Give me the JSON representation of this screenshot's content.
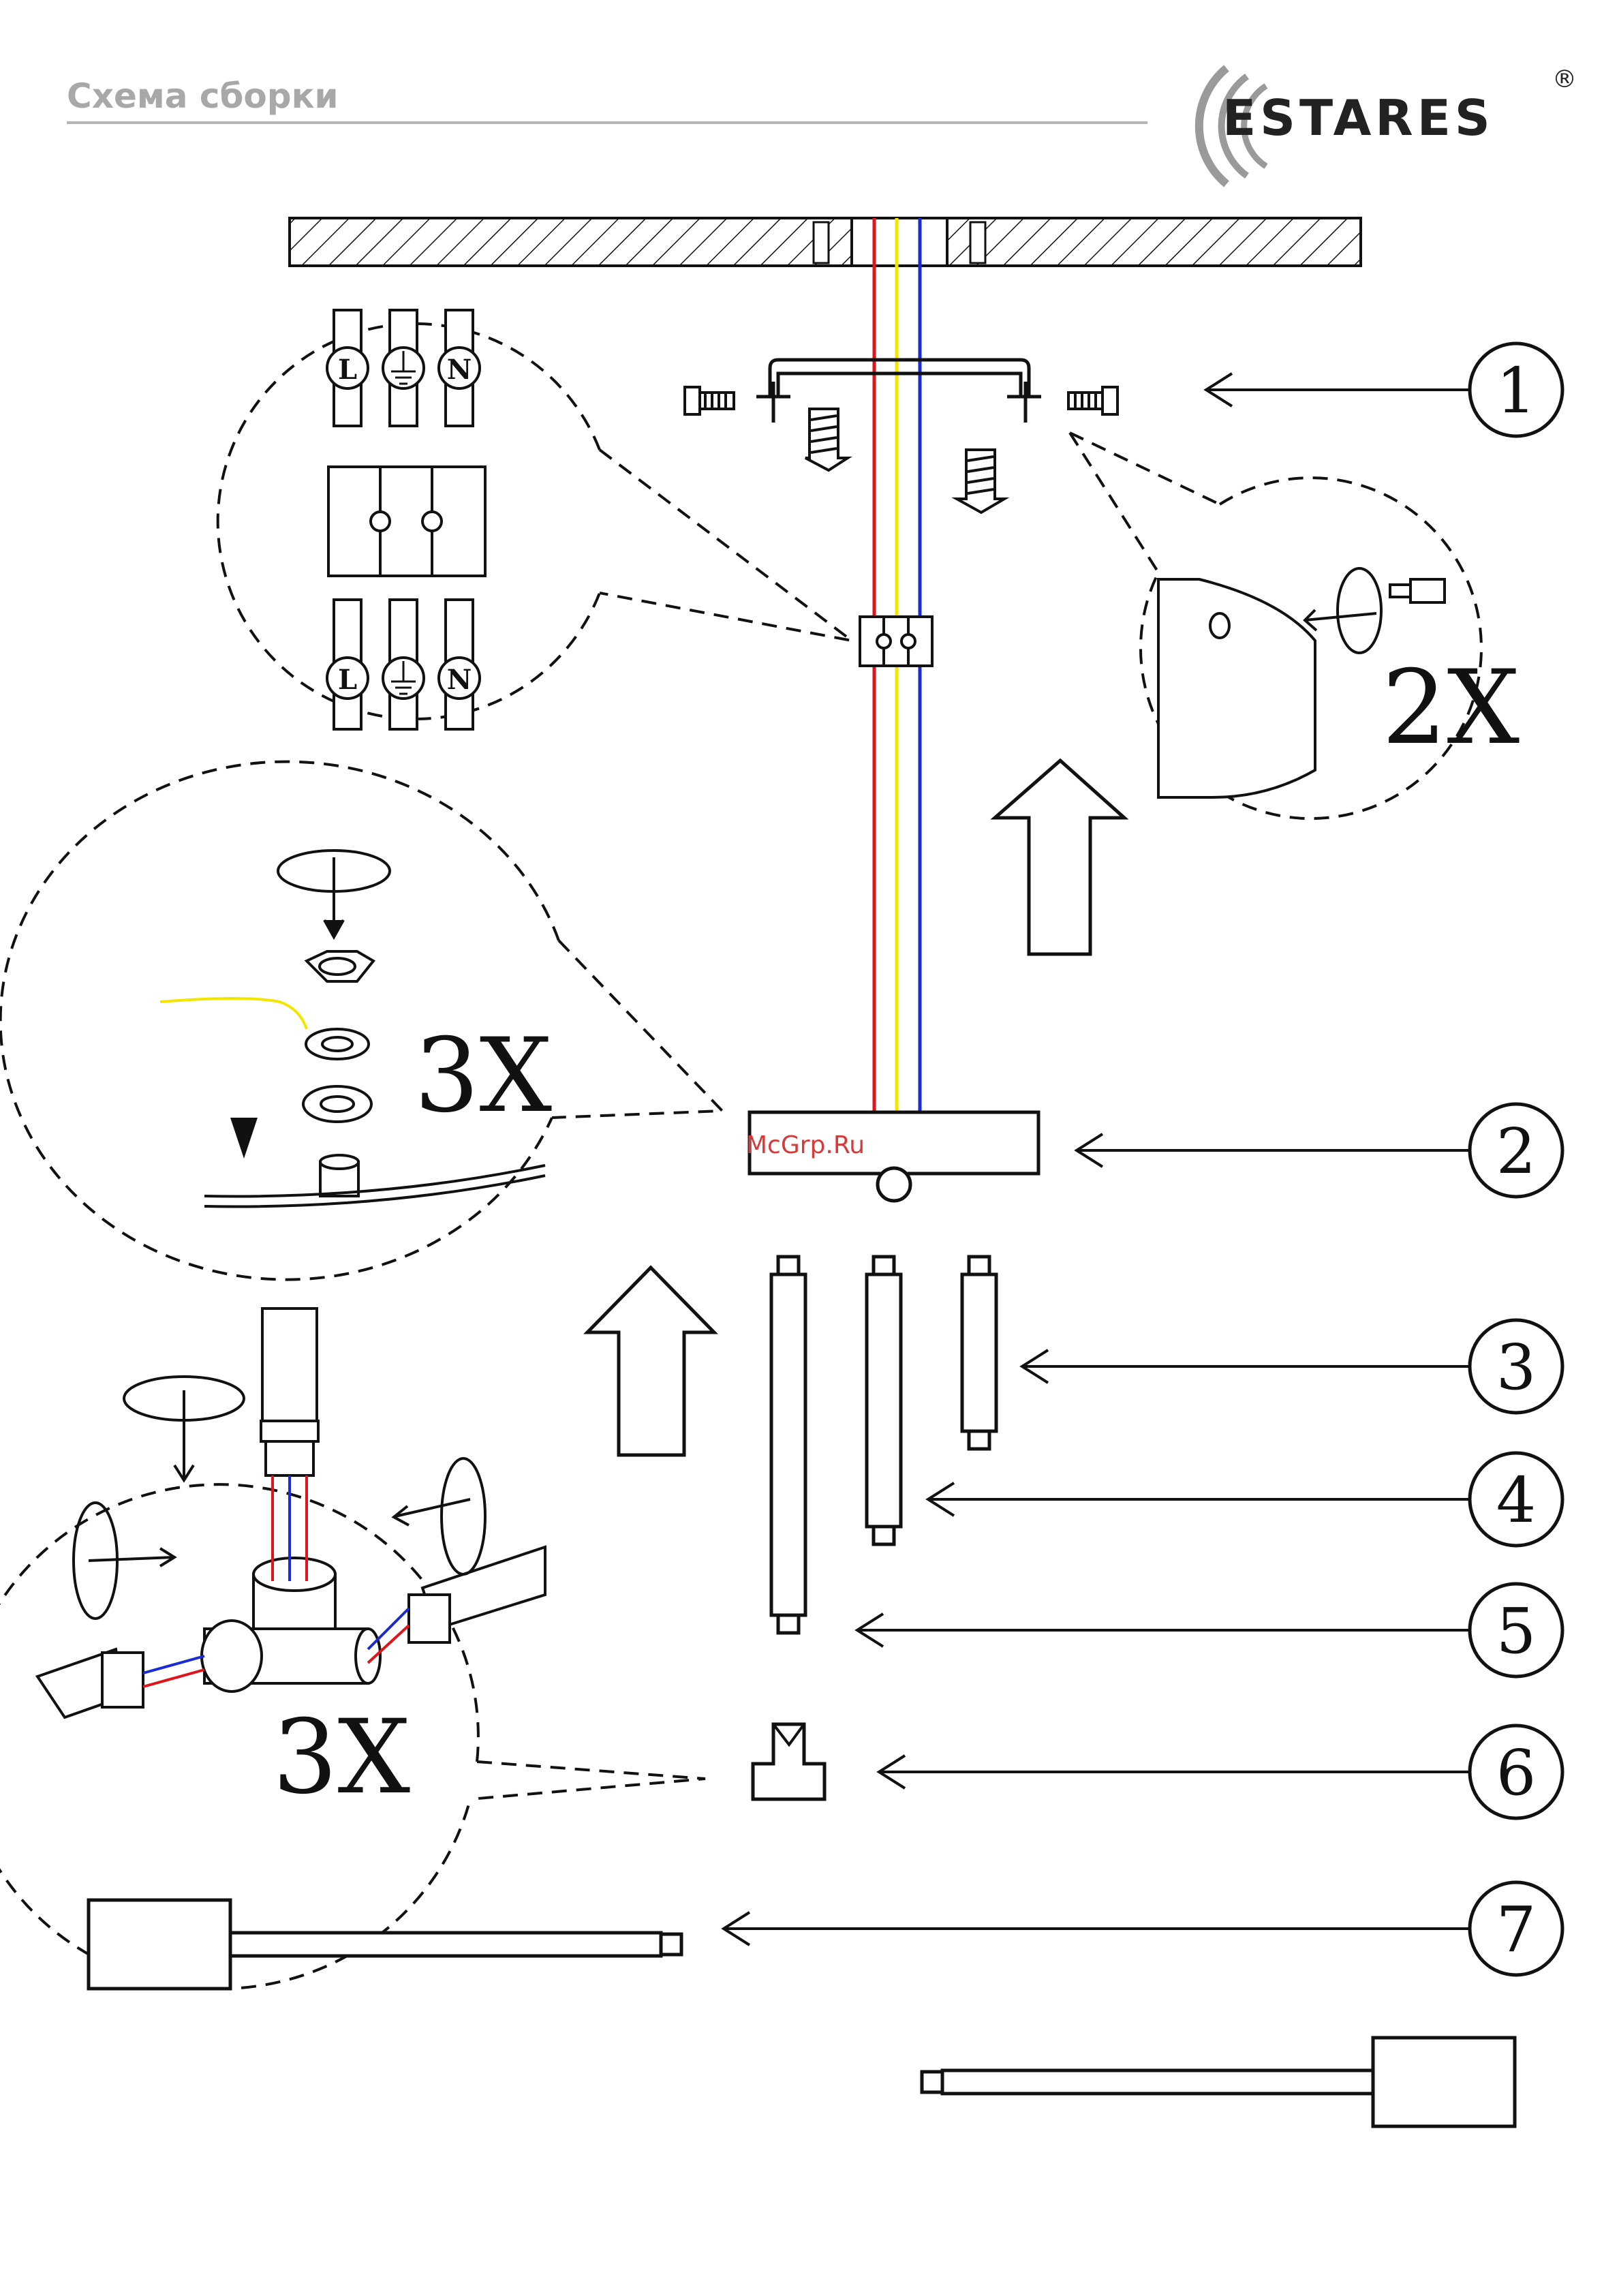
{
  "header": {
    "title": "Схема сборки",
    "brand": "ESTARES",
    "registered_mark": "®"
  },
  "watermark": "McGrp.Ru",
  "callouts": [
    {
      "number": "1"
    },
    {
      "number": "2"
    },
    {
      "number": "3"
    },
    {
      "number": "4"
    },
    {
      "number": "5"
    },
    {
      "number": "6"
    },
    {
      "number": "7"
    }
  ],
  "terminal_labels": {
    "live": "L",
    "neutral": "N"
  },
  "multipliers": {
    "bracket_screws": "2X",
    "nut_stack": "3X",
    "tee_joint": "3X"
  },
  "colors": {
    "wire_live": "#e0141b",
    "wire_earth": "#f2e600",
    "wire_neutral": "#1a2ad6",
    "line": "#111111",
    "header_text": "#a8a8a8"
  }
}
